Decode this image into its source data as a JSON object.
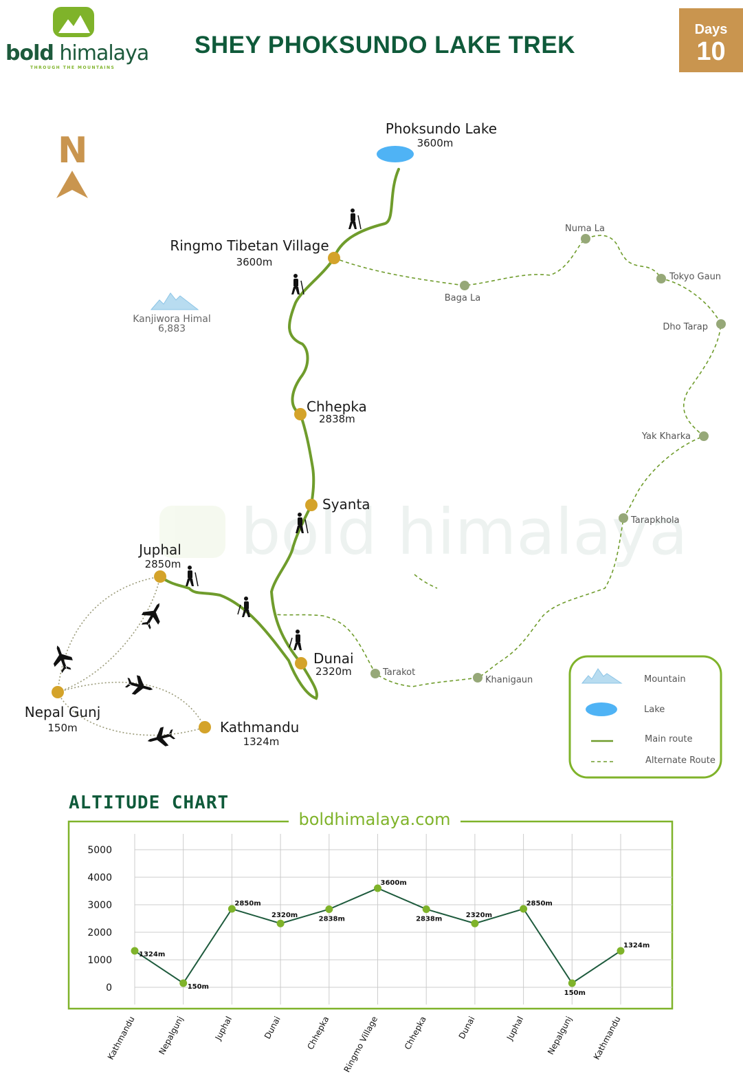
{
  "brand": {
    "name_bold": "bold",
    "name_light": "himalaya",
    "tagline": "THROUGH THE MOUNTAINS",
    "watermark": "bold himalaya",
    "website": "boldhimalaya.com",
    "green": "#7fb32a",
    "dark_green": "#0f5a3a"
  },
  "title": "SHEY PHOKSUNDO LAKE TREK",
  "days": {
    "label": "Days",
    "value": "10"
  },
  "compass": {
    "letter": "N"
  },
  "places": {
    "phoksundo": {
      "name": "Phoksundo Lake",
      "elev": "3600m"
    },
    "ringmo": {
      "name": "Ringmo Tibetan Village",
      "elev": "3600m"
    },
    "chhepka": {
      "name": "Chhepka",
      "elev": "2838m"
    },
    "syanta": {
      "name": "Syanta"
    },
    "juphal": {
      "name": "Juphal",
      "elev": "2850m"
    },
    "dunai": {
      "name": "Dunai",
      "elev": "2320m"
    },
    "nepalgunj": {
      "name": "Nepal Gunj",
      "elev": "150m"
    },
    "kathmandu": {
      "name": "Kathmandu",
      "elev": "1324m"
    }
  },
  "mountain": {
    "name": "Kanjiwora Himal",
    "elev": "6,883"
  },
  "alternate_places": [
    "Numa La",
    "Baga La",
    "Tokyo Gaun",
    "Dho Tarap",
    "Yak Kharka",
    "Tarapkhola",
    "Tarakot",
    "Khanigaun"
  ],
  "legend": {
    "mountain": "Mountain",
    "lake": "Lake",
    "main": "Main route",
    "alternate": "Alternate Route"
  },
  "colors": {
    "main_route": "#6f9c2c",
    "alternate_route": "#8a9a5b",
    "stop": "#d4a32a",
    "alt_stop": "#96a878",
    "lake": "#4fb3f5",
    "flight": "#999977"
  },
  "chart_title": "ALTITUDE CHART",
  "chart_data": {
    "type": "line",
    "title": "ALTITUDE CHART",
    "categories": [
      "Kathmandu",
      "Nepalgunj",
      "Juphal",
      "Dunai",
      "Chhepka",
      "Ringmo Village",
      "Chhepka",
      "Dunai",
      "Juphal",
      "Nepalgunj",
      "Kathmandu"
    ],
    "values": [
      1324,
      150,
      2850,
      2320,
      2838,
      3600,
      2838,
      2320,
      2850,
      150,
      1324
    ],
    "labels": [
      "1324m",
      "150m",
      "2850m",
      "2320m",
      "2838m",
      "3600m",
      "2838m",
      "2320m",
      "2850m",
      "150m",
      "1324m"
    ],
    "yticks": [
      "5000",
      "4000",
      "3000",
      "2000",
      "1000",
      "0"
    ],
    "ylim": [
      0,
      5000
    ],
    "grid": true
  }
}
